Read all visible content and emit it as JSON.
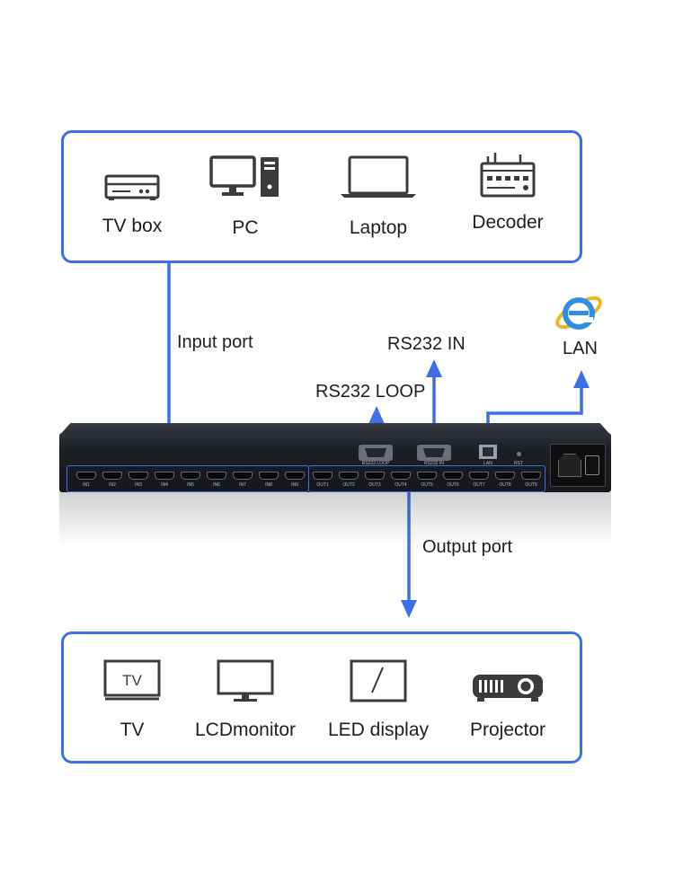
{
  "sources": {
    "items": [
      {
        "label": "TV box",
        "icon": "tv-box-icon"
      },
      {
        "label": "PC",
        "icon": "pc-icon"
      },
      {
        "label": "Laptop",
        "icon": "laptop-icon"
      },
      {
        "label": "Decoder",
        "icon": "decoder-icon"
      }
    ]
  },
  "displays": {
    "items": [
      {
        "label": "TV",
        "icon": "tv-icon",
        "icon_text": "TV"
      },
      {
        "label": "LCDmonitor",
        "icon": "lcd-monitor-icon"
      },
      {
        "label": "LED display",
        "icon": "led-display-icon"
      },
      {
        "label": "Projector",
        "icon": "projector-icon"
      }
    ]
  },
  "callouts": {
    "input_port": "Input port",
    "output_port": "Output port",
    "rs232_loop": "RS232 LOOP",
    "rs232_in": "RS232 IN",
    "lan": "LAN"
  },
  "matrix": {
    "inputs": [
      "IN1",
      "IN2",
      "IN3",
      "IN4",
      "IN5",
      "IN6",
      "IN7",
      "IN8",
      "IN9"
    ],
    "outputs": [
      "OUT1",
      "OUT2",
      "OUT3",
      "OUT4",
      "OUT5",
      "OUT6",
      "OUT7",
      "OUT8",
      "OUT9"
    ],
    "rs232_loop_label": "RS232 LOOP",
    "rs232_in_label": "RS232 IN",
    "lan_label": "LAN",
    "rst_label": "RST"
  },
  "colors": {
    "accent": "#3f6fe8",
    "device_body": "#1b1e24",
    "icon": "#3b3b3b"
  }
}
